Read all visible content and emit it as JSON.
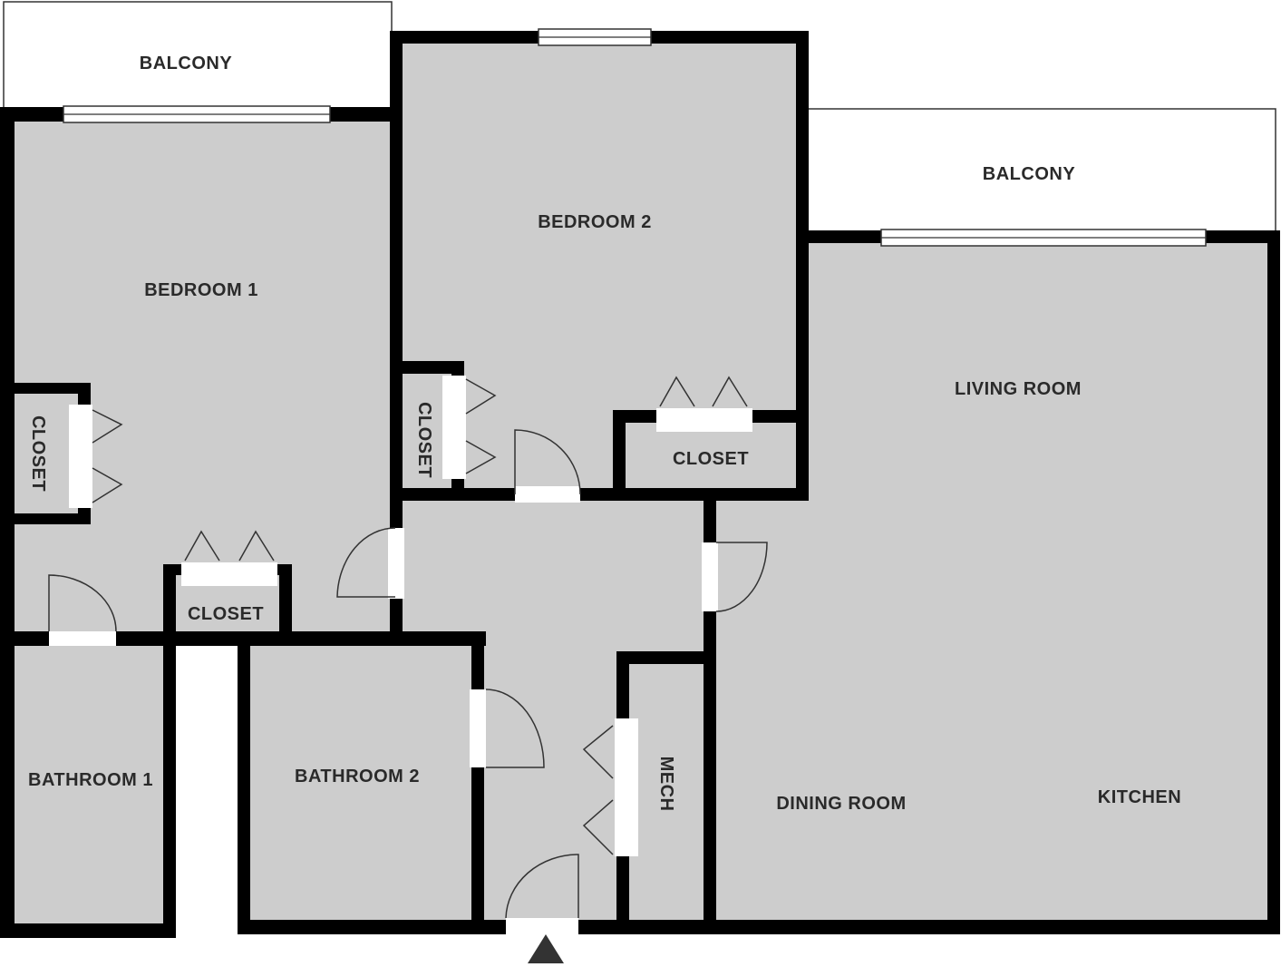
{
  "rooms": {
    "balcony_left": "BALCONY",
    "balcony_right": "BALCONY",
    "bedroom_1": "BEDROOM 1",
    "bedroom_2": "BEDROOM 2",
    "living_room": "LIVING ROOM",
    "closet_bed1_side": "CLOSET",
    "closet_bed2_side": "CLOSET",
    "closet_bed2": "CLOSET",
    "closet_bed1_bottom": "CLOSET",
    "bathroom_1": "BATHROOM 1",
    "bathroom_2": "BATHROOM 2",
    "mech": "MECH",
    "dining_room": "DINING ROOM",
    "kitchen": "KITCHEN"
  },
  "colors": {
    "wall": "#000000",
    "floor": "#cdcdcd",
    "label": "#2a2a2a"
  }
}
